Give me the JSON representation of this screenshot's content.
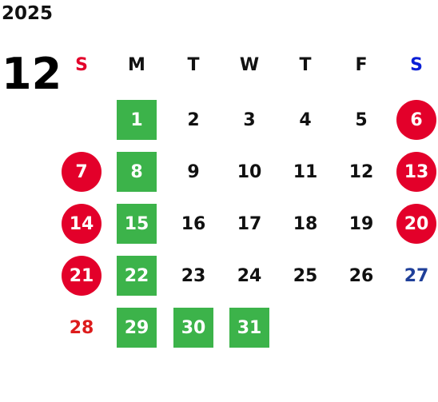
{
  "year": "2025",
  "month": "12",
  "colors": {
    "sunday_header": "#e3002a",
    "saturday_header": "#0a1fd6",
    "weekday_header": "#111111",
    "square_highlight": "#3cb34a",
    "circle_highlight": "#e3002a",
    "plain_sunday": "#dd1c1c",
    "plain_saturday": "#1f3f99"
  },
  "weekdays": [
    "S",
    "M",
    "T",
    "W",
    "T",
    "F",
    "S"
  ],
  "weeks": [
    [
      null,
      {
        "d": "1",
        "style": "square"
      },
      {
        "d": "2"
      },
      {
        "d": "3"
      },
      {
        "d": "4"
      },
      {
        "d": "5"
      },
      {
        "d": "6",
        "style": "circle"
      }
    ],
    [
      {
        "d": "7",
        "style": "circle"
      },
      {
        "d": "8",
        "style": "square"
      },
      {
        "d": "9"
      },
      {
        "d": "10"
      },
      {
        "d": "11"
      },
      {
        "d": "12"
      },
      {
        "d": "13",
        "style": "circle"
      }
    ],
    [
      {
        "d": "14",
        "style": "circle"
      },
      {
        "d": "15",
        "style": "square"
      },
      {
        "d": "16"
      },
      {
        "d": "17"
      },
      {
        "d": "18"
      },
      {
        "d": "19"
      },
      {
        "d": "20",
        "style": "circle"
      }
    ],
    [
      {
        "d": "21",
        "style": "circle"
      },
      {
        "d": "22",
        "style": "square"
      },
      {
        "d": "23"
      },
      {
        "d": "24"
      },
      {
        "d": "25"
      },
      {
        "d": "26"
      },
      {
        "d": "27",
        "style": "sat-blue"
      }
    ],
    [
      {
        "d": "28",
        "style": "sun-red"
      },
      {
        "d": "29",
        "style": "square"
      },
      {
        "d": "30",
        "style": "square"
      },
      {
        "d": "31",
        "style": "square"
      },
      null,
      null,
      null
    ]
  ]
}
